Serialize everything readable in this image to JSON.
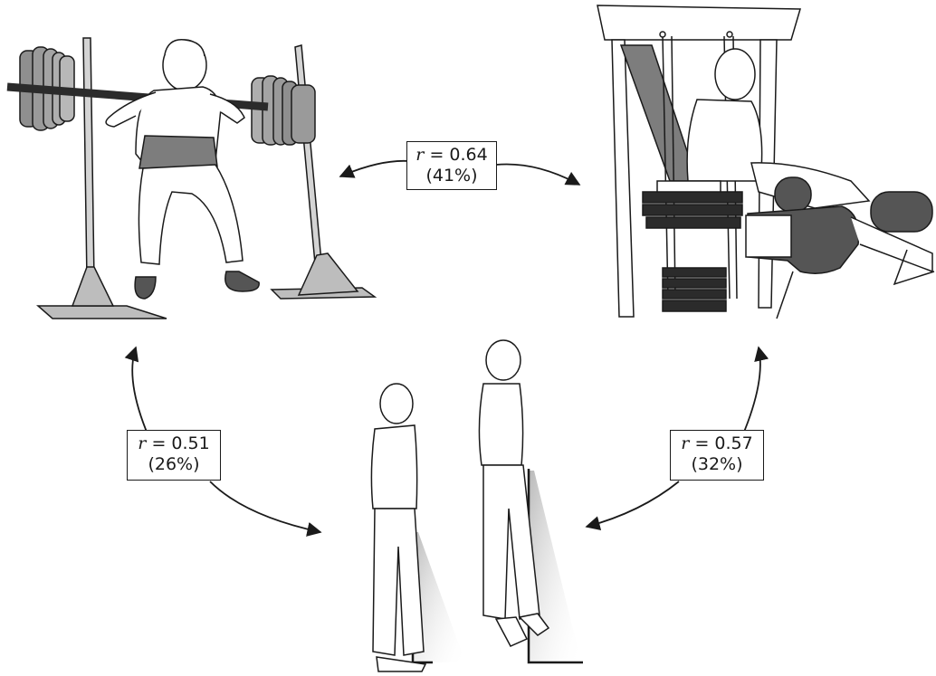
{
  "correlations": {
    "squat_legext": {
      "r_symbol": "r",
      "r_text": "= 0.64",
      "pct": "(41%)",
      "r": 0.64
    },
    "squat_jump": {
      "r_symbol": "r",
      "r_text": "= 0.51",
      "pct": "(26%)",
      "r": 0.51
    },
    "legext_jump": {
      "r_symbol": "r",
      "r_text": "= 0.57",
      "pct": "(32%)",
      "r": 0.57
    }
  },
  "colors": {
    "ink": "#1a1a1a",
    "plate": "#9a9a9a",
    "belt": "#7d7d7d",
    "floor": "#bdbdbd",
    "weights": "#2b2b2b",
    "pad": "#555555"
  }
}
